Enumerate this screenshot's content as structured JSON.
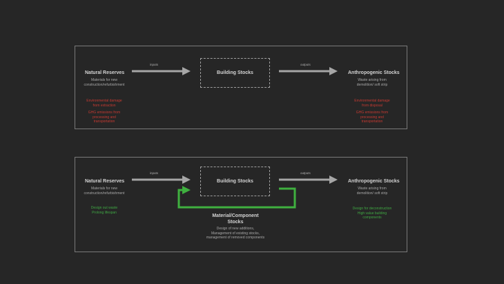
{
  "top": {
    "left": {
      "title": "Natural Reserves",
      "sub": [
        "Materials for new",
        "construction/refurbishment"
      ],
      "impacts": [
        "Environmental damage",
        "from extraction",
        "",
        "GHG emissions from",
        "processing and",
        "transportation"
      ]
    },
    "inputs_label": "inputs",
    "center": {
      "title": "Building Stocks"
    },
    "outputs_label": "outputs",
    "right": {
      "title": "Anthropogenic Stocks",
      "sub": [
        "Waste arising from",
        "demolition/ soft strip"
      ],
      "impacts": [
        "Environmental damage",
        "from disposal",
        "",
        "GHG emissions from",
        "processing and",
        "transportation"
      ]
    }
  },
  "bottom": {
    "left": {
      "title": "Natural Reserves",
      "sub": [
        "Materials for new",
        "construction/refurbishment"
      ],
      "strategies": [
        "Design out waste",
        "Prolong lifespan"
      ]
    },
    "inputs_label": "inputs",
    "center": {
      "title": "Building Stocks"
    },
    "outputs_label": "outputs",
    "right": {
      "title": "Anthropogenic Stocks",
      "sub": [
        "Waste arising from",
        "demolition/ soft strip"
      ],
      "strategies": [
        "Design for deconstruction",
        "High value building",
        "components"
      ]
    },
    "loop": {
      "title": [
        "Material/Component",
        "Stocks"
      ],
      "sub": [
        "Design of new additions,",
        "Management of existing stocks,",
        "management of removed components"
      ]
    }
  },
  "colors": {
    "background": "#262626",
    "panel_border": "#7a7a7a",
    "arrow": "#a6a6a6",
    "loop": "#3fb03f",
    "impact": "#c73a32",
    "strategy": "#3fa843"
  }
}
